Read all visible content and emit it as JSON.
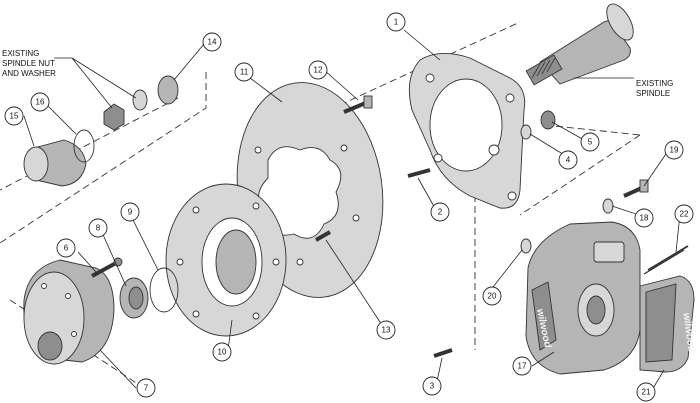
{
  "labels": {
    "existing_spindle_nut": "EXISTING\nSPINDLE NUT\nAND WASHER",
    "existing_spindle": "EXISTING\nSPINDLE"
  },
  "callouts": [
    {
      "id": "c1",
      "text": "1"
    },
    {
      "id": "c2",
      "text": "2"
    },
    {
      "id": "c3",
      "text": "3"
    },
    {
      "id": "c4",
      "text": "4"
    },
    {
      "id": "c5",
      "text": "5"
    },
    {
      "id": "c6",
      "text": "6"
    },
    {
      "id": "c7",
      "text": "7"
    },
    {
      "id": "c8",
      "text": "8"
    },
    {
      "id": "c9",
      "text": "9"
    },
    {
      "id": "c10",
      "text": "10"
    },
    {
      "id": "c11",
      "text": "11"
    },
    {
      "id": "c12",
      "text": "12"
    },
    {
      "id": "c13",
      "text": "13"
    },
    {
      "id": "c14",
      "text": "14"
    },
    {
      "id": "c15",
      "text": "15"
    },
    {
      "id": "c16",
      "text": "16"
    },
    {
      "id": "c17",
      "text": "17"
    },
    {
      "id": "c18",
      "text": "18"
    },
    {
      "id": "c19",
      "text": "19"
    },
    {
      "id": "c20",
      "text": "20"
    },
    {
      "id": "c21",
      "text": "21"
    },
    {
      "id": "c22",
      "text": "22"
    }
  ],
  "brand": {
    "caliper_logo": "wilwood",
    "pad_logo": "wilwood"
  },
  "colors": {
    "line": "#222222",
    "part_light": "#d7d7d7",
    "part_mid": "#b5b5b5",
    "part_dark": "#8e8e8e"
  }
}
